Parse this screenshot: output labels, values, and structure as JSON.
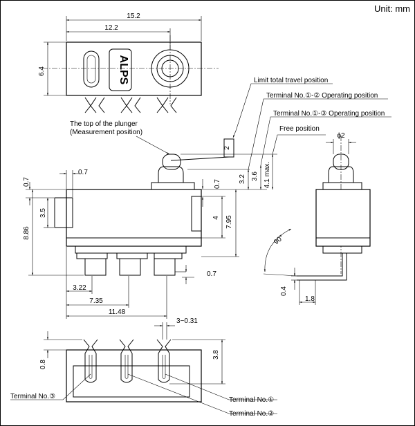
{
  "unit_label": "Unit: mm",
  "dimensions": {
    "top_width": "15.2",
    "top_inner": "12.2",
    "top_height": "6.4",
    "lever_width": "2",
    "plunger_dia": "ϕ2",
    "offset_07_a": "0.7",
    "offset_07_b": "0.7",
    "offset_07_c": "0.7",
    "offset_07_d": "0.7",
    "h_35": "3.5",
    "h_886": "8.86",
    "h_4": "4",
    "h_795": "7.95",
    "t_32": "3.2",
    "t_36": "3.6",
    "t_41max": "4.1 max.",
    "w_322": "3.22",
    "w_735": "7.35",
    "w_1148": "11.48",
    "angle_90": "90°",
    "d_04": "0.4",
    "d_18": "1.8",
    "term_spacing": "3−0.31",
    "b_08": "0.8",
    "b_38": "3.8"
  },
  "labels": {
    "limit_travel": "Limit total travel position",
    "terminal_12_op": "Terminal No.①-② Operating position",
    "terminal_13_op": "Terminal No.①-③ Operating position",
    "free_pos": "Free position",
    "plunger_top_1": "The top of the plunger",
    "plunger_top_2": "(Measurement position)",
    "terminal_1": "Terminal No.①",
    "terminal_2": "Terminal No.②",
    "terminal_3": "Terminal No.③"
  },
  "logo_text": "ALPS"
}
